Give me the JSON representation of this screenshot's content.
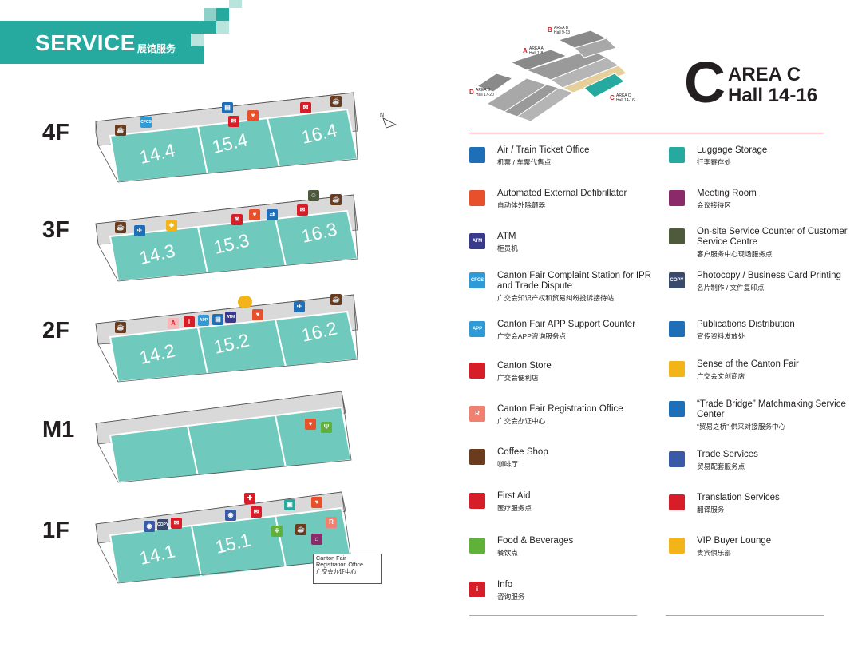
{
  "header": {
    "title": "SERVICE",
    "subtitle": "展馆服务"
  },
  "colors": {
    "teal": "#6fcabd",
    "banner": "#26aaa0",
    "red": "#d71e28",
    "gray_band": "#d9d9d9"
  },
  "floors": [
    {
      "label": "4F",
      "halls": [
        "14.4",
        "15.4",
        "16.4"
      ]
    },
    {
      "label": "3F",
      "halls": [
        "14.3",
        "15.3",
        "16.3"
      ]
    },
    {
      "label": "2F",
      "halls": [
        "14.2",
        "15.2",
        "16.2"
      ]
    },
    {
      "label": "M1",
      "halls": [
        "",
        "",
        ""
      ]
    },
    {
      "label": "1F",
      "halls": [
        "14.1",
        "15.1",
        ""
      ]
    }
  ],
  "floor_note": {
    "line1": "Canton Fair",
    "line2": "Registration Office",
    "line3": "广交会办证中心"
  },
  "area": {
    "letter": "C",
    "line1": "AREA C",
    "line2": "Hall 14-16"
  },
  "overview": {
    "b": "AREA B",
    "b_halls": "Hall 9-13",
    "a": "AREA A",
    "a_halls": "Hall 1-8",
    "d": "AREA D",
    "d_halls": "Hall 17-20",
    "c": "AREA C",
    "c_halls": "Hall 14-16"
  },
  "legend_left": [
    {
      "icon": "ticket-icon",
      "en": "Air / Train Ticket Office",
      "zh": "机票 / 车票代售点",
      "color": "#1e6fb8"
    },
    {
      "icon": "defibrillator-icon",
      "en": "Automated External Defibrillator",
      "zh": "自动体外除颤器",
      "color": "#e8502c"
    },
    {
      "icon": "atm-icon",
      "en": "ATM",
      "zh": "柜员机",
      "color": "#3a3a8c",
      "glyph": "ATM"
    },
    {
      "icon": "cfcs-icon",
      "en": "Canton Fair Complaint Station for IPR and Trade Dispute",
      "zh": "广交会知识产权和贸易纠纷投诉接待站",
      "color": "#2e9bd6",
      "glyph": "CFCS"
    },
    {
      "icon": "app-icon",
      "en": "Canton Fair APP Support Counter",
      "zh": "广交会APP咨询服务点",
      "color": "#2e9bd6",
      "glyph": "APP"
    },
    {
      "icon": "store-icon",
      "en": "Canton Store",
      "zh": "广交会便利店",
      "color": "#d71e28"
    },
    {
      "icon": "registration-icon",
      "en": "Canton Fair Registration Office",
      "zh": "广交会办证中心",
      "color": "#f08070",
      "glyph": "R"
    },
    {
      "icon": "coffee-icon",
      "en": "Coffee Shop",
      "zh": "咖啡厅",
      "color": "#6b3b1e"
    },
    {
      "icon": "first-aid-icon",
      "en": "First Aid",
      "zh": "医疗服务点",
      "color": "#d71e28"
    },
    {
      "icon": "food-icon",
      "en": "Food & Beverages",
      "zh": "餐饮点",
      "color": "#5fb13a"
    },
    {
      "icon": "info-icon",
      "en": "Info",
      "zh": "咨询服务",
      "color": "#d71e28",
      "glyph": "i"
    }
  ],
  "legend_right": [
    {
      "icon": "luggage-icon",
      "en": "Luggage Storage",
      "zh": "行李寄存处",
      "color": "#26aaa0"
    },
    {
      "icon": "meeting-room-icon",
      "en": "Meeting Room",
      "zh": "会议接待区",
      "color": "#8b2a6a"
    },
    {
      "icon": "customer-service-icon",
      "en": "On-site Service Counter of Customer Service Centre",
      "zh": "客户服务中心现场服务点",
      "color": "#4d5a3c"
    },
    {
      "icon": "copy-icon",
      "en": "Photocopy / Business Card Printing",
      "zh": "名片制作 / 文件复印点",
      "color": "#3a4a6c",
      "glyph": "COPY"
    },
    {
      "icon": "publications-icon",
      "en": "Publications Distribution",
      "zh": "宣传资料发放处",
      "color": "#1e6fb8"
    },
    {
      "icon": "sense-icon",
      "en": "Sense of the Canton Fair",
      "zh": "广交会文创商店",
      "color": "#f2b418"
    },
    {
      "icon": "trade-bridge-icon",
      "en": "“Trade Bridge” Matchmaking Service Center",
      "zh": "“贸易之桥” 供采对接服务中心",
      "color": "#1e6fb8"
    },
    {
      "icon": "trade-services-icon",
      "en": "Trade Services",
      "zh": "贸易配套服务点",
      "color": "#3a5aa8"
    },
    {
      "icon": "translation-icon",
      "en": "Translation Services",
      "zh": "翻译服务",
      "color": "#d71e28"
    },
    {
      "icon": "vip-lounge-icon",
      "en": "VIP Buyer Lounge",
      "zh": "贵宾俱乐部",
      "color": "#f2b418"
    }
  ],
  "compass": "N"
}
